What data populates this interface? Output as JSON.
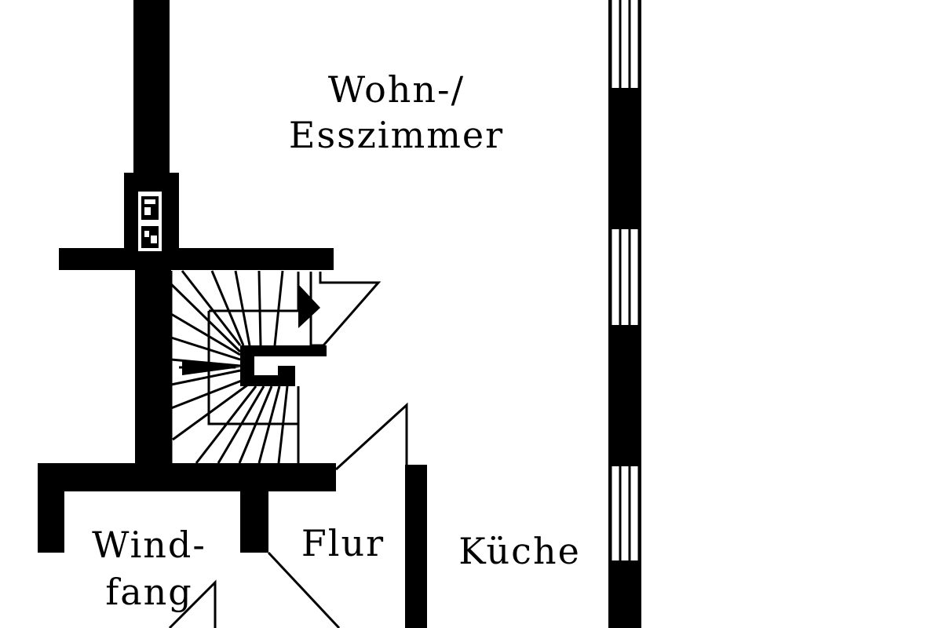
{
  "floorplan": {
    "rooms": {
      "living_dining_line1": "Wohn-/",
      "living_dining_line2": "Esszimmer",
      "vestibule_line1": "Wind-",
      "vestibule_line2": "fang",
      "hallway": "Flur",
      "kitchen": "Küche"
    },
    "symbols": {
      "chimney": "chimney-icon",
      "stair_direction": "arrow-right-icon",
      "window": "window-icon",
      "door": "door-swing-icon"
    },
    "colors": {
      "wall": "#000000",
      "background": "#ffffff"
    }
  }
}
